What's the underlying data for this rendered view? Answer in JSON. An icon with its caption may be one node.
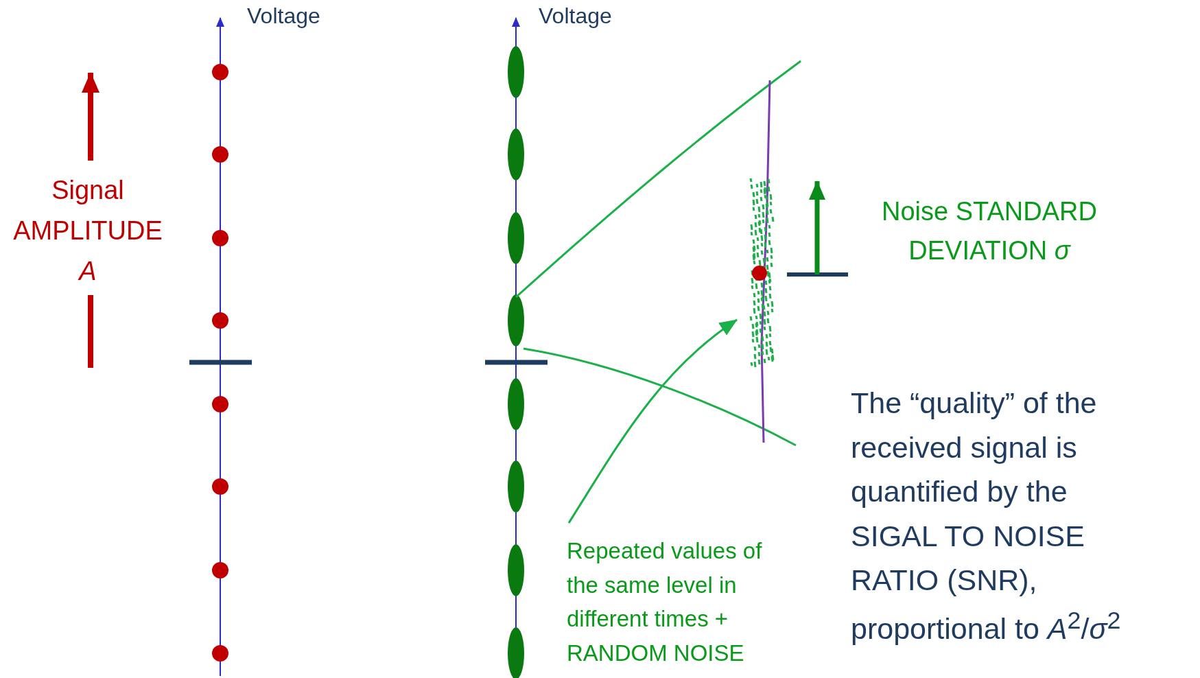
{
  "diagram": {
    "nodes": [
      {
        "text": [
          "Repeated values of the same level in different times + RANDOM NOISE"
        ]
      },
      {
        "text": [],
        "shape": "picture"
      }
    ],
    "edges": [
      {
        "from": 0,
        "to": 1,
        "arrow": "to"
      }
    ],
    "labels": [
      "Voltage",
      "Voltage",
      "Signal AMPLITUDE *A*",
      "Noise STANDARD DEVIATION *σ*",
      "The “quality” of the received signal is quantified by the SIGAL TO NOISE RATIO (SNR), proportional to *A*$^{2}$/*σ*$^{2}$"
    ]
  }
}
